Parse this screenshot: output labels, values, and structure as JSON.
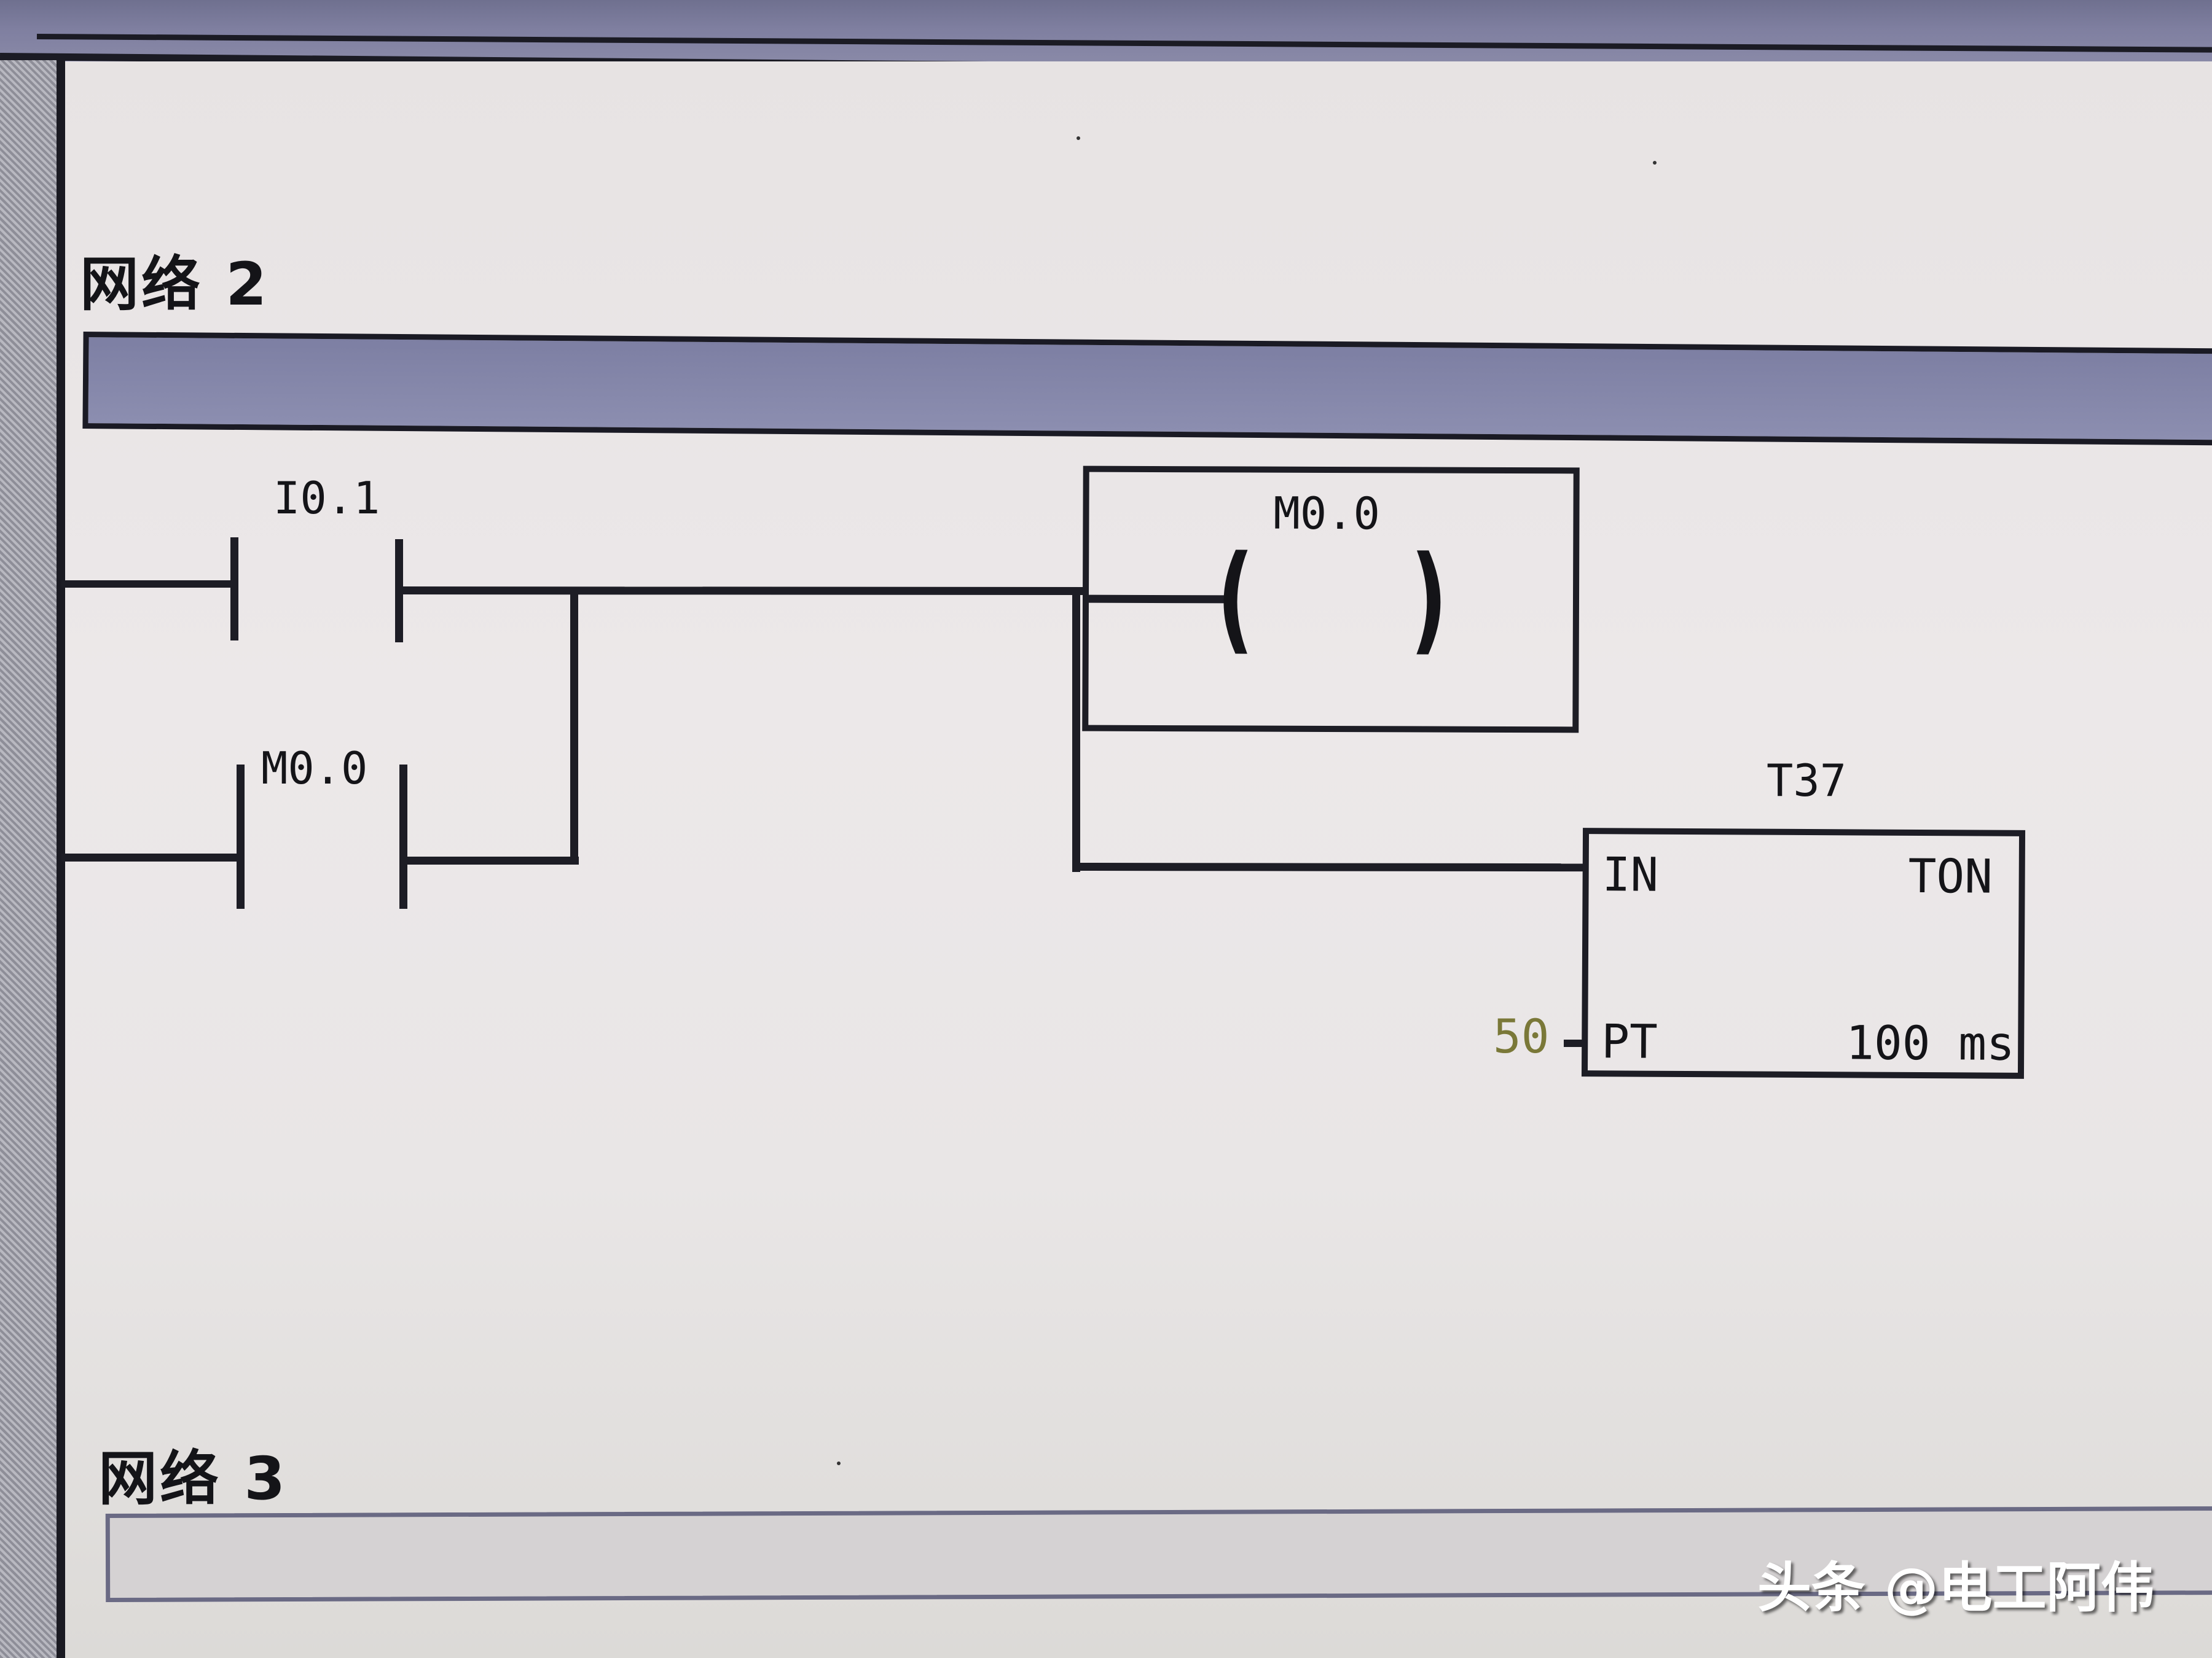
{
  "editor": {
    "type": "LAD program editor",
    "colors": {
      "background": "#e8e5e5",
      "selected_comment_bar": "#8385a8",
      "wire": "#1d1d25",
      "constant_value": "#7a7838"
    }
  },
  "networks": [
    {
      "title": "网络 2",
      "comment": "",
      "selected": true,
      "contacts": [
        {
          "address": "I0.1",
          "type": "normally-open"
        },
        {
          "address": "M0.0",
          "type": "normally-open",
          "parallel": true
        }
      ],
      "coil": {
        "address": "M0.0",
        "symbol_open": "(",
        "symbol_close": ")"
      },
      "timer": {
        "address": "T37",
        "type_label": "TON",
        "in_label": "IN",
        "pt_label": "PT",
        "pt_value": "50",
        "resolution": "100 ms"
      }
    },
    {
      "title": "网络 3",
      "comment": "",
      "selected": false
    }
  ],
  "watermark": "头条 @电工阿伟"
}
